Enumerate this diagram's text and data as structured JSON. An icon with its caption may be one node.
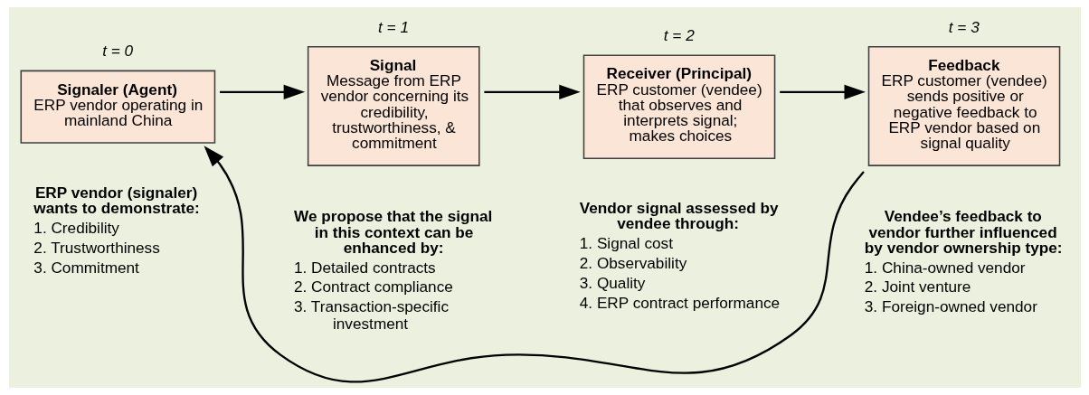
{
  "diagram": {
    "nodes": [
      {
        "text": [
          "Signaler (Agent)",
          "ERP vendor operating in mainland China"
        ],
        "beside": [
          "t = 0"
        ]
      },
      {
        "text": [
          "Signal",
          "Message from ERP vendor concerning its credibility, trustworthiness, & commitment"
        ],
        "beside": [
          "t = 1"
        ]
      },
      {
        "text": [
          "Receiver (Principal)",
          "ERP customer (vendee) that observes and interprets signal; makes choices"
        ],
        "beside": [
          "t = 2"
        ]
      },
      {
        "text": [
          "Feedback",
          "ERP customer (vendee) sends positive or negative feedback to ERP vendor based on signal quality"
        ],
        "beside": [
          "t = 3"
        ]
      }
    ],
    "edges": [
      {
        "from": 0,
        "to": 1,
        "arrow": "to"
      },
      {
        "from": 1,
        "to": 2,
        "arrow": "to"
      },
      {
        "from": 2,
        "to": 3,
        "arrow": "to"
      },
      {
        "from": 3,
        "to": 0,
        "arrow": "to"
      }
    ],
    "labels": [
      "ERP vendor (signaler) wants to demonstrate:",
      "1. Credibility",
      "2. Trustworthiness",
      "3. Commitment",
      "We propose that the signal in this context can be enhanced by:",
      "1. Detailed contracts",
      "2. Contract compliance",
      "3. Transaction-specific investment",
      "Vendor signal assessed by vendee through:",
      "1. Signal cost",
      "2. Observability",
      "3. Quality",
      "4. ERP contract performance",
      "Vendee’s feedback to vendor further influenced by vendor ownership type:",
      "1. China-owned vendor",
      "2. Joint venture",
      "3. Foreign-owned vendor"
    ]
  }
}
